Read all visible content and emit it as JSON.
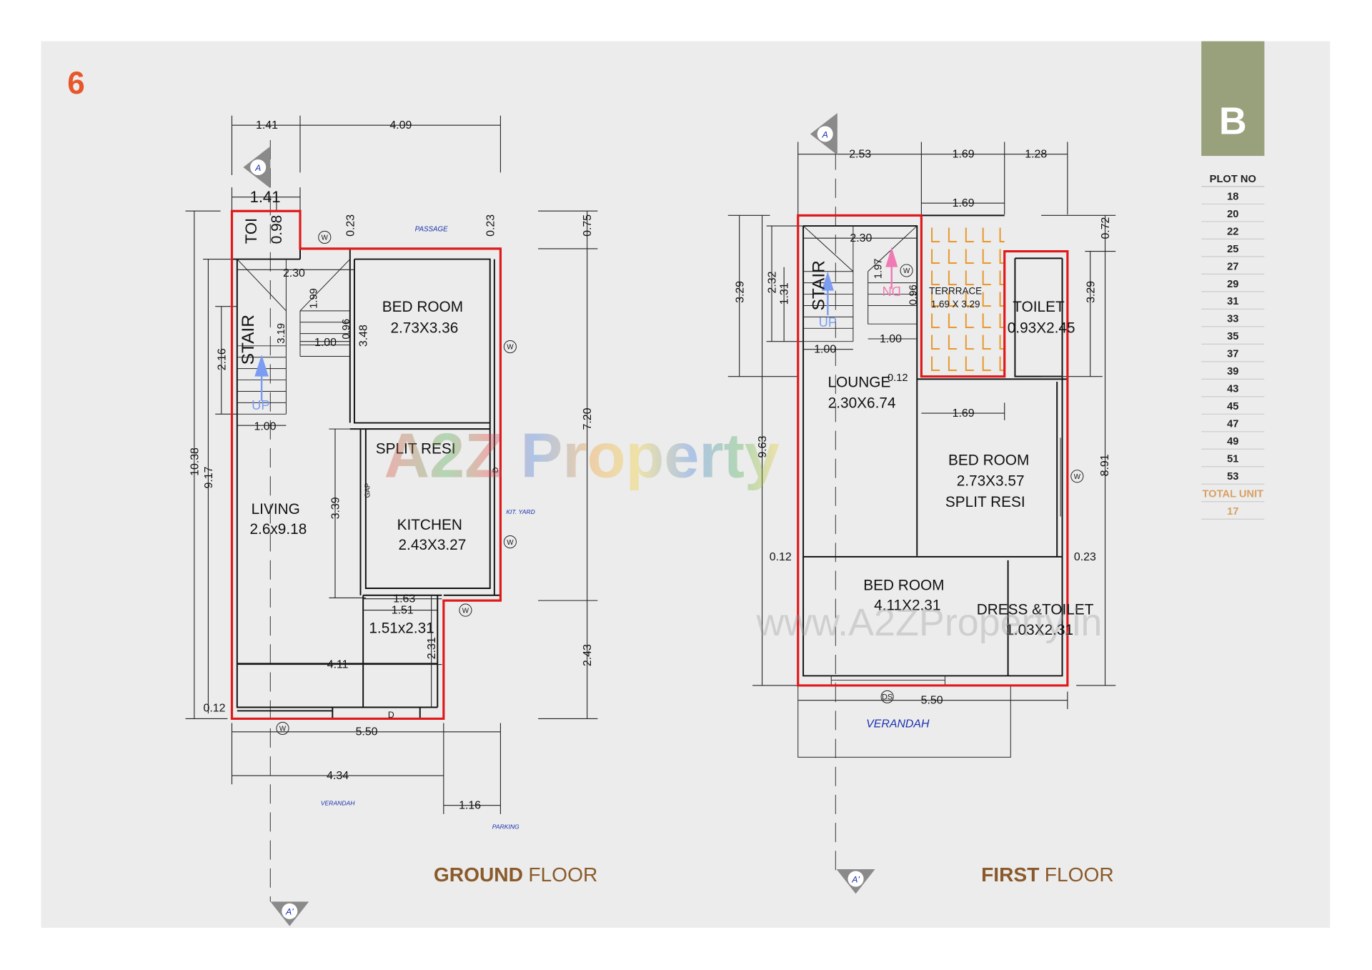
{
  "sheet_number": "6",
  "block": "B",
  "colors": {
    "background_panel": "#ebeceb",
    "sheet_number": "#e8562a",
    "block_badge": "#98a07c",
    "outline": "#e0191b",
    "floor_title": "#8b5a2b",
    "total_unit": "#d9a066",
    "terrace_tiles": "#e8962a",
    "annotation_blue": "#1a2fb0"
  },
  "plot_table": {
    "header": "PLOT NO",
    "plots": [
      "18",
      "20",
      "22",
      "25",
      "27",
      "29",
      "31",
      "33",
      "35",
      "37",
      "39",
      "43",
      "45",
      "47",
      "49",
      "51",
      "53"
    ],
    "total_label": "TOTAL UNIT",
    "total_value": "17"
  },
  "watermark": {
    "logo": "A2Z Property",
    "url": "www.A2ZProperty.in"
  },
  "section_markers": {
    "a": "A",
    "a_prime": "A'"
  },
  "window_marker": "W",
  "ground_floor": {
    "title_bold": "GROUND",
    "title_rest": "FLOOR",
    "labels": {
      "dim_top_toi": "1.41",
      "dim_top_main": "4.09",
      "dim_toi_width": "1.41",
      "toi": "TOI",
      "dim_toi_h": "0.98",
      "dim_wall_a": "0.23",
      "passage": "PASSAGE",
      "dim_wall_b": "0.23",
      "dim_075": "0.75",
      "dim_stair_w": "2.30",
      "dim_199": "1.99",
      "bed_name": "BED ROOM",
      "bed_size": "2.73X3.36",
      "stair": "STAIR",
      "dim_319": "3.19",
      "dim_100a": "1.00",
      "dim_096": "0.96",
      "dim_348": "3.48",
      "dim_216": "2.16",
      "up": "UP",
      "dim_100b": "1.00",
      "dim_720": "7.20",
      "split": "SPLIT RESI",
      "dim_1038": "10.38",
      "dim_917": "9.17",
      "kitchen_door": "D",
      "gap": "GAP",
      "living_name": "LIVING",
      "living_size": "2.6x9.18",
      "dim_339": "3.39",
      "kit_yard": "KIT. YARD",
      "kitchen_name": "KITCHEN",
      "kitchen_size": "2.43X3.27",
      "dim_163": "1.63",
      "dim_151": "1.51",
      "room_size": "1.51x2.31",
      "dim_231": "2.31",
      "dim_243": "2.43",
      "dim_411": "4.11",
      "dim_012": "0.12",
      "main_door": "D",
      "dim_550": "5.50",
      "dim_434": "4.34",
      "dim_116": "1.16",
      "verandah": "VERANDAH",
      "parking": "PARKING"
    }
  },
  "first_floor": {
    "title_bold": "FIRST",
    "title_rest": "FLOOR",
    "labels": {
      "dim_253": "2.53",
      "dim_169a": "1.69",
      "dim_128": "1.28",
      "dim_169b": "1.69",
      "dim_072": "0.72",
      "dim_329a": "3.29",
      "dim_232": "2.32",
      "dim_131": "1.31",
      "dim_230": "2.30",
      "stair": "STAIR",
      "up": "UP",
      "dim_197": "1.97",
      "dn": "DN",
      "dim_096": "0.96",
      "terrace_name": "TERRRACE",
      "terrace_size": "1.69 X 3.29",
      "toilet_name": "TOILET",
      "toilet_size": "0.93X2.45",
      "dim_329b": "3.29",
      "dim_100a": "1.00",
      "dim_100b": "1.00",
      "lounge_name": "LOUNGE",
      "dim_012a": "0.12",
      "lounge_size": "2.30X6.74",
      "dim_169c": "1.69",
      "dim_963": "9.63",
      "dim_891": "8.91",
      "bed1_name": "BED ROOM",
      "bed1_size": "2.73X3.57",
      "bed1_note": "SPLIT RESI",
      "dim_012b": "0.12",
      "dim_023": "0.23",
      "bed2_name": "BED ROOM",
      "bed2_size": "4.11X2.31",
      "dress_name": "DRESS &TOILET",
      "dress_size": "1.03X2.31",
      "ds": "DS",
      "dim_550": "5.50",
      "verandah": "VERANDAH"
    }
  }
}
